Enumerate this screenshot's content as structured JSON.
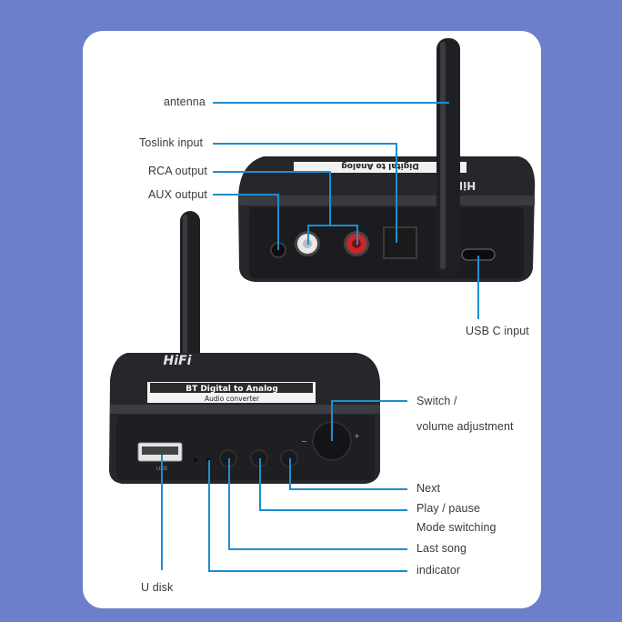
{
  "diagram": {
    "title": "BT Digital to Analog Audio converter — port callouts",
    "colors": {
      "background": "#6b7fca",
      "card": "#ffffff",
      "callout_line": "#1c8fd0",
      "device": "#1e1f22",
      "label_text": "#3a3a3a"
    },
    "device_branding": {
      "brand": "HiFi",
      "label_line1": "BT Digital to Analog",
      "label_line2": "Audio converter",
      "usb_port_text": "USB"
    },
    "back_view_labels": [
      {
        "id": "antenna",
        "text": "antenna"
      },
      {
        "id": "toslink",
        "text": "Toslink input"
      },
      {
        "id": "rca",
        "text": "RCA output"
      },
      {
        "id": "aux",
        "text": "AUX output"
      },
      {
        "id": "usbc",
        "text": "USB C input"
      }
    ],
    "front_view_labels": [
      {
        "id": "switch1",
        "text": "Switch /"
      },
      {
        "id": "switch2",
        "text": "volume adjustment"
      },
      {
        "id": "next",
        "text": "Next"
      },
      {
        "id": "play",
        "text": "Play / pause"
      },
      {
        "id": "mode",
        "text": "Mode switching"
      },
      {
        "id": "last",
        "text": "Last song"
      },
      {
        "id": "indicator",
        "text": "indicator"
      },
      {
        "id": "udisk",
        "text": "U disk"
      }
    ]
  }
}
